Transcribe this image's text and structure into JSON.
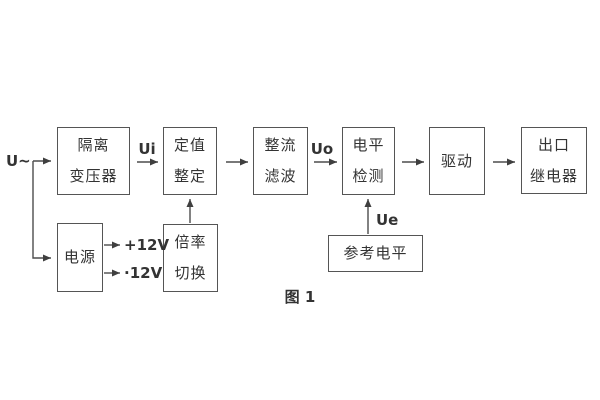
{
  "figure": {
    "caption": "图 1",
    "colors": {
      "background": "#ffffff",
      "line": "#4d4d4d",
      "border": "#555555",
      "text": "#333333"
    }
  },
  "diagram": {
    "input_label": "U~",
    "signal_labels": {
      "ui": "Ui",
      "uo": "Uo",
      "ue": "Ue"
    },
    "power_outputs": {
      "positive": "+12V",
      "negative": "·12V"
    },
    "blocks": {
      "isolation_transformer": {
        "line1": "隔离",
        "line2": "变压器"
      },
      "setpoint_setting": {
        "line1": "定值",
        "line2": "整定"
      },
      "rectifier_filter": {
        "line1": "整流",
        "line2": "滤波"
      },
      "level_detection": {
        "line1": "电平",
        "line2": "检测"
      },
      "drive": {
        "label": "驱动"
      },
      "output_relay": {
        "line1": "出口",
        "line2": "继电器"
      },
      "power_supply": {
        "label": "电源"
      },
      "ratio_switch": {
        "line1": "倍率",
        "line2": "切换"
      },
      "reference_level": {
        "label": "参考电平"
      }
    }
  }
}
